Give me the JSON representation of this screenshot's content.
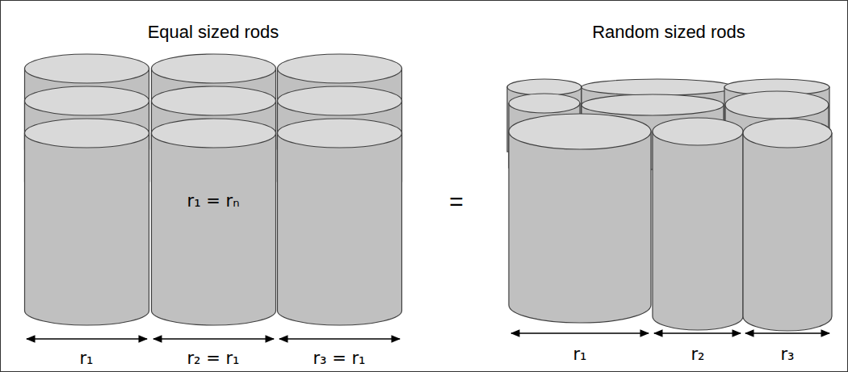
{
  "diagram": {
    "labels": [
      "Equal sized rods",
      "Random sized rods",
      "r₁ = rₙ",
      "=",
      "r₁",
      "r₂ = r₁",
      "r₃ = r₁",
      "r₁",
      "r₂",
      "r₃"
    ]
  }
}
